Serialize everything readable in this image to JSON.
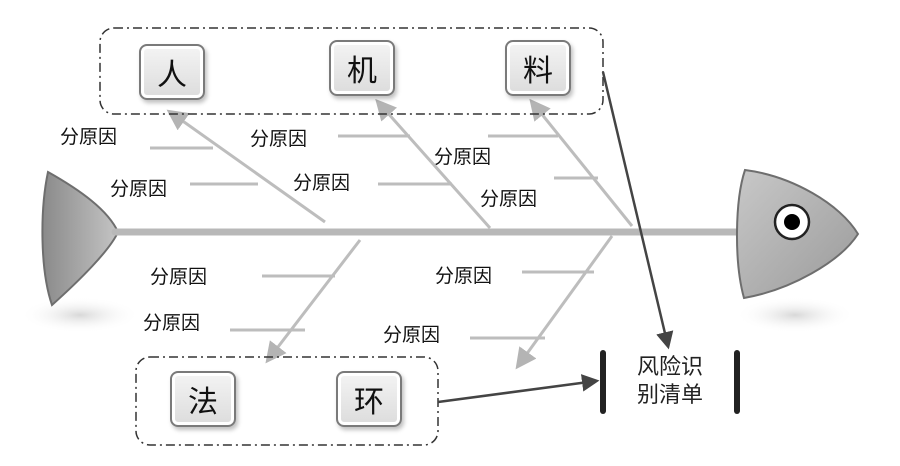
{
  "diagram": {
    "categories": [
      {
        "id": "ren",
        "label": "人"
      },
      {
        "id": "ji",
        "label": "机"
      },
      {
        "id": "liao",
        "label": "料"
      },
      {
        "id": "fa",
        "label": "法"
      },
      {
        "id": "huan",
        "label": "环"
      }
    ],
    "cause_label": "分原因",
    "causes": [
      "分原因",
      "分原因",
      "分原因",
      "分原因",
      "分原因",
      "分原因",
      "分原因",
      "分原因",
      "分原因",
      "分原因"
    ],
    "result": {
      "line1": "风险识",
      "line2": "别清单"
    }
  }
}
